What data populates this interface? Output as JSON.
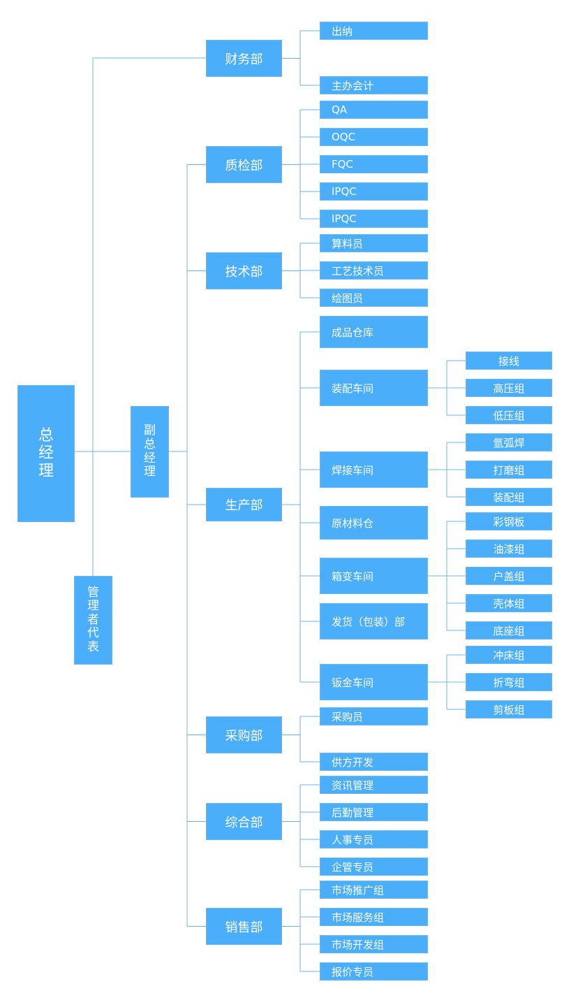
{
  "accent_color": "#4aaefa",
  "line_color": "#6fb3e3",
  "root": {
    "label": "总经理"
  },
  "deputy": {
    "label": "副总经理"
  },
  "management_rep": {
    "label": "管理者代表"
  },
  "departments": [
    {
      "label": "财务部",
      "children": [
        {
          "label": "出纳"
        },
        {
          "label": "主办会计"
        }
      ]
    },
    {
      "label": "质检部",
      "children": [
        {
          "label": "QA"
        },
        {
          "label": "OQC"
        },
        {
          "label": "FQC"
        },
        {
          "label": "IPQC"
        },
        {
          "label": "IPQC"
        }
      ]
    },
    {
      "label": "技术部",
      "children": [
        {
          "label": "算料员"
        },
        {
          "label": "工艺技术员"
        },
        {
          "label": "绘图员"
        }
      ]
    },
    {
      "label": "生产部",
      "children": [
        {
          "label": "成品仓库"
        },
        {
          "label": "装配车间",
          "children": [
            {
              "label": "接线"
            },
            {
              "label": "高压组"
            },
            {
              "label": "低压组"
            }
          ]
        },
        {
          "label": "焊接车间",
          "children": [
            {
              "label": "氩弧焊"
            },
            {
              "label": "打磨组"
            },
            {
              "label": "装配组"
            }
          ]
        },
        {
          "label": "原材料仓"
        },
        {
          "label": "箱变车间",
          "children": [
            {
              "label": "彩钢板"
            },
            {
              "label": "油漆组"
            },
            {
              "label": "户盖组"
            },
            {
              "label": "壳体组"
            },
            {
              "label": "底座组"
            }
          ]
        },
        {
          "label": "发货（包装）部"
        },
        {
          "label": "钣金车间",
          "children": [
            {
              "label": "冲床组"
            },
            {
              "label": "折弯组"
            },
            {
              "label": "剪板组"
            }
          ]
        }
      ]
    },
    {
      "label": "采购部",
      "children": [
        {
          "label": "采购员"
        },
        {
          "label": "供方开发"
        }
      ]
    },
    {
      "label": "综合部",
      "children": [
        {
          "label": "资讯管理"
        },
        {
          "label": "后勤管理"
        },
        {
          "label": "人事专员"
        },
        {
          "label": "企管专员"
        }
      ]
    },
    {
      "label": "销售部",
      "children": [
        {
          "label": "市场推广组"
        },
        {
          "label": "市场服务组"
        },
        {
          "label": "市场开发组"
        },
        {
          "label": "报价专员"
        }
      ]
    }
  ]
}
